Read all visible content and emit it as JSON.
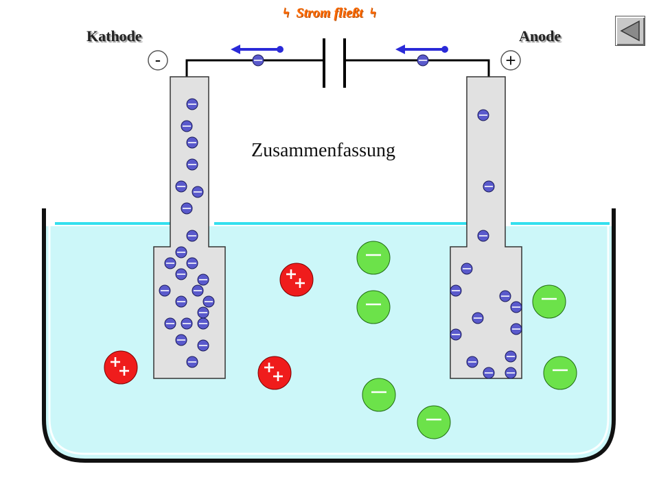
{
  "heading": {
    "text": "Strom fließt",
    "bolt_icon": "lightning-icon"
  },
  "labels": {
    "cathode": "Kathode",
    "anode": "Anode",
    "minus_sign": "-",
    "plus_sign": "+"
  },
  "summary_label": "Zusammenfassung",
  "nav": {
    "back_icon": "back-triangle-icon"
  },
  "colors": {
    "electrolyte": "#ccf7f9",
    "water_surface": "#33dfee",
    "electrode": "#e1e1e1",
    "electron": "#5a5acc",
    "cation": "#ef1c1c",
    "anion": "#6ce24a",
    "arrow": "#2a2ad8",
    "heading": "#ff6a00"
  }
}
